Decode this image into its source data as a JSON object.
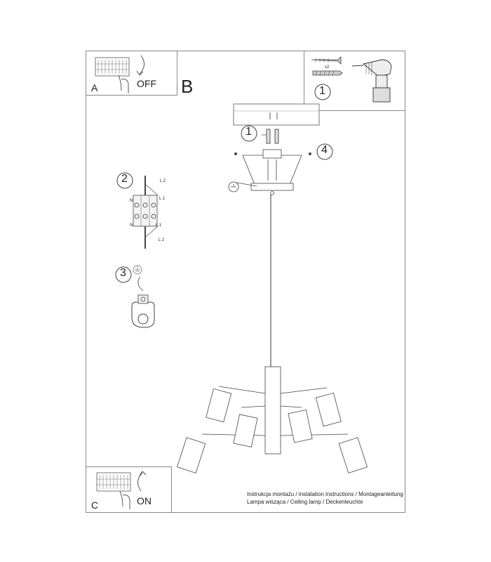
{
  "panel_a": {
    "letter": "A",
    "action": "OFF"
  },
  "panel_b": {
    "letter": "B"
  },
  "panel_c": {
    "letter": "C",
    "action": "ON"
  },
  "steps": {
    "s1": "1",
    "s2": "2",
    "s3": "3",
    "s4": "4",
    "tool_step": "1"
  },
  "tools": {
    "quantity": "x2"
  },
  "wiring": {
    "top_right": "L 2",
    "left_upper": "N",
    "right_upper": "L 1",
    "left_lower": "N",
    "right_lower": "L 1",
    "bottom": "L 2"
  },
  "caption": {
    "line1": "Instrukcja montażu / instalation instructions / Montageanleitung",
    "line2": "Lampa wisząca / Ceiling lamp / Deckenleuchte"
  }
}
